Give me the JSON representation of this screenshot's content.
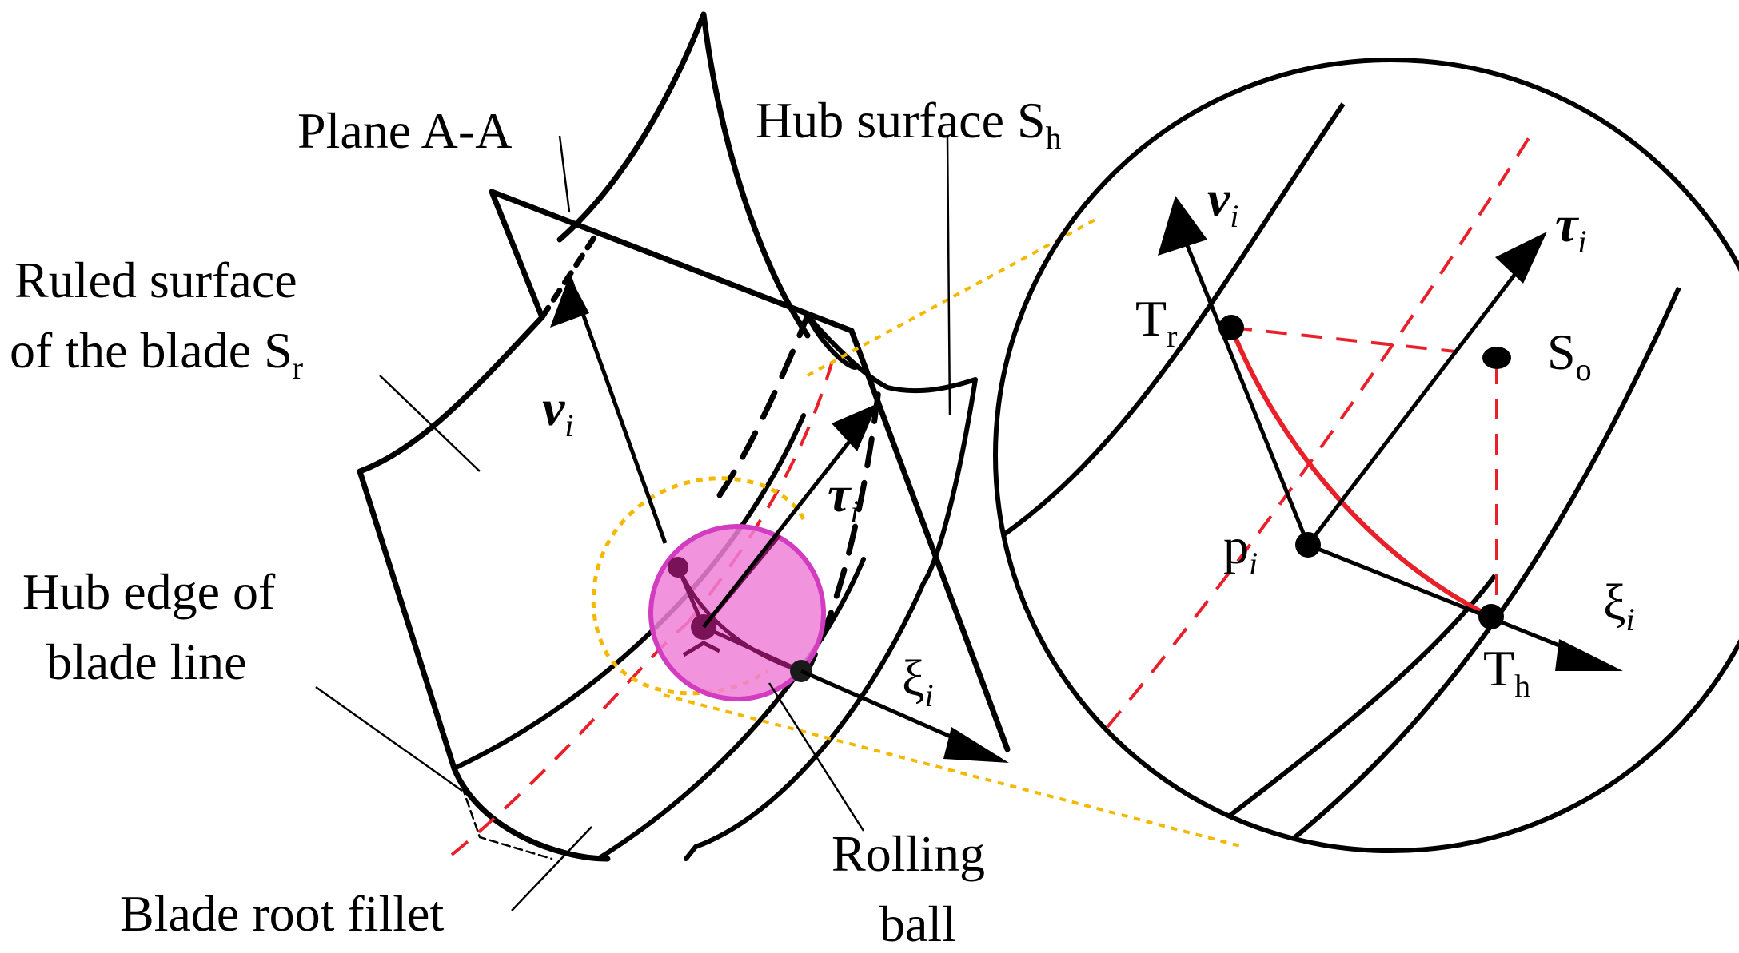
{
  "labels": {
    "plane": "Plane A-A",
    "hub_surface": "Hub surface S",
    "hub_surface_sub": "h",
    "ruled_line1": "Ruled surface",
    "ruled_line2": "of the blade S",
    "ruled_sub": "r",
    "hub_edge_line1": "Hub edge of",
    "hub_edge_line2": "blade line",
    "fillet": "Blade root fillet",
    "rolling_line1": "Rolling",
    "rolling_line2": "ball"
  },
  "vectors": {
    "v": "v",
    "tau": "τ",
    "xi": "ξ",
    "index": "i"
  },
  "points": {
    "Tr": "T",
    "Tr_sub": "r",
    "So": "S",
    "So_sub": "o",
    "p": "p",
    "p_sub": "i",
    "Th": "T",
    "Th_sub": "h"
  },
  "colors": {
    "line": "#000000",
    "red_dashed": "#e8202a",
    "red_arc": "#e8202a",
    "highlight": "#f5b800",
    "ball_fill": "#f080d8",
    "ball_stroke": "#d23cc0",
    "ball_points": "#7a1258"
  }
}
